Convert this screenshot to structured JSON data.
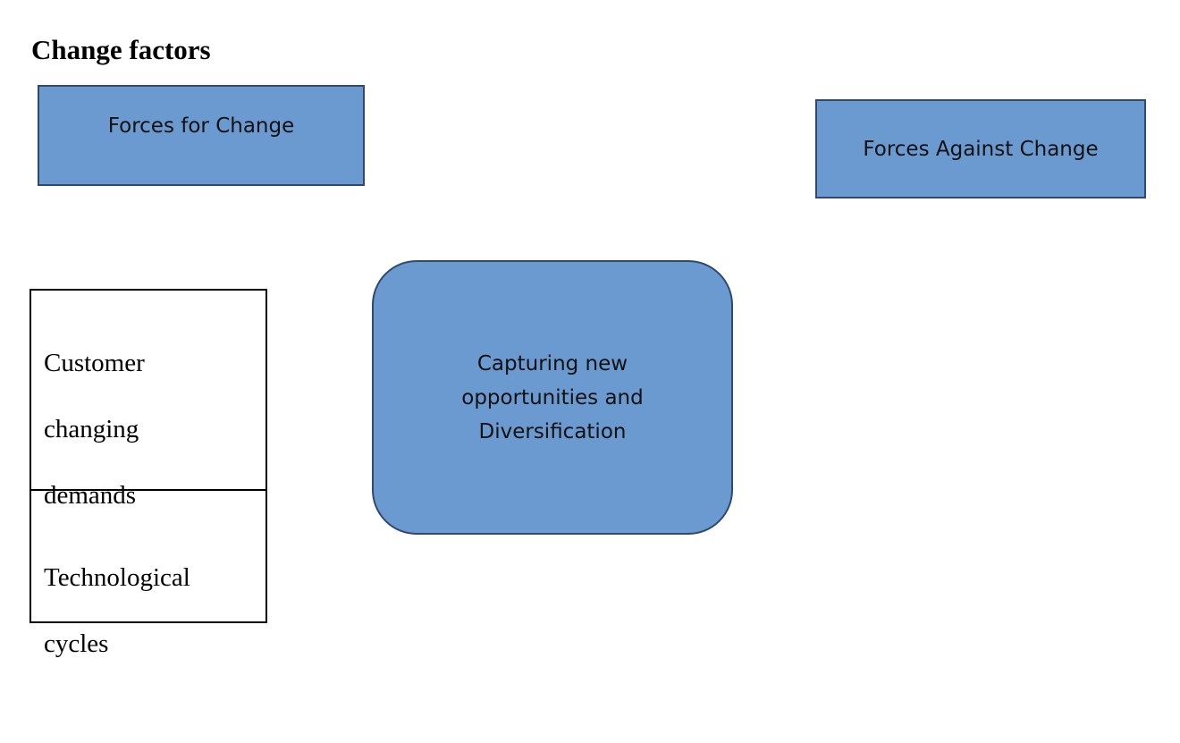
{
  "heading": "Change factors",
  "colors": {
    "box_fill": "#6a9ad0",
    "box_border": "#2f4a6e"
  },
  "boxes": {
    "forces_for": "Forces for Change",
    "forces_against": "Forces Against Change",
    "center": "Capturing new\nopportunities and\nDiversification"
  },
  "list": {
    "items": [
      "Customer\nchanging\ndemands",
      "Technological\ncycles"
    ]
  }
}
